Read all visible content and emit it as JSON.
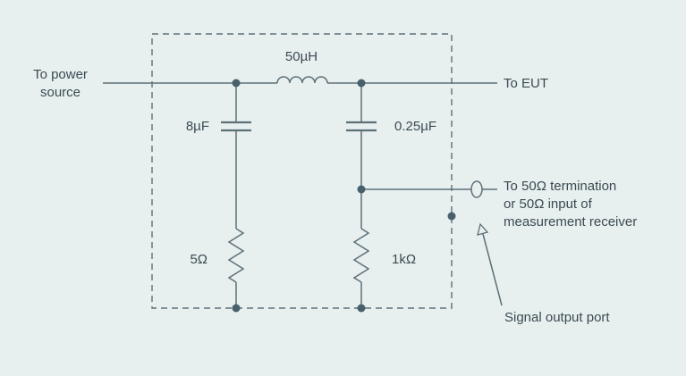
{
  "labels": {
    "power_source_line1": "To power",
    "power_source_line2": "source",
    "eut": "To EUT",
    "termination_line1": "To 50Ω termination",
    "termination_line2": "or 50Ω input of",
    "termination_line3": "measurement receiver",
    "signal_output": "Signal output port"
  },
  "components": {
    "inductor": "50µH",
    "capacitor_left": "8µF",
    "capacitor_right": "0.25µF",
    "resistor_left": "5Ω",
    "resistor_right": "1kΩ"
  },
  "colors": {
    "background": "#e8f0ef",
    "line": "#5c7078",
    "node": "#47606b",
    "text": "#3a4a52"
  }
}
